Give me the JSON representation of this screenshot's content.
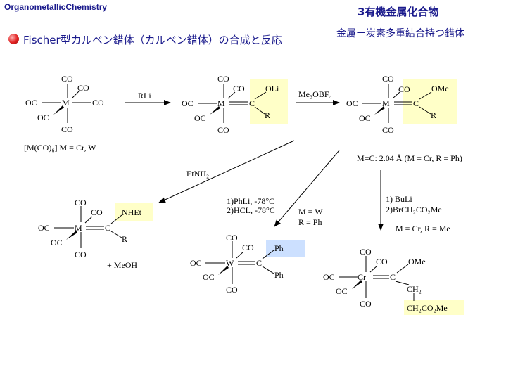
{
  "header": {
    "course": "OrganometallicChemistry",
    "chapter": "3有機金属化合物",
    "subtitle": "金属ー炭素多重結合持つ錯体"
  },
  "title": "Fischer型カルベン錯体（カルベン錯体）の合成と反応",
  "colors": {
    "header_blue": "#1a1a8c",
    "highlight": "#ffffc8",
    "highlight_blue": "#cce0ff",
    "bullet": "#e02020"
  },
  "labels": {
    "co": "CO",
    "oc": "OC",
    "metal_m": "M",
    "metal_w": "W",
    "metal_cr": "Cr",
    "carbene_c": "C",
    "r": "R",
    "oli": "OLi",
    "ome": "OMe",
    "nhet": "NHEt",
    "ph": "Ph",
    "ch2": "CH₂",
    "ch2co2me": "CH₂CO₂Me",
    "start_formula": "[M(CO)₆] M = Cr, W",
    "bond_info": "M=C: 2.04 Å (M = Cr, R = Ph)",
    "meoh": "+ MeOH",
    "cond_w": "M = W",
    "cond_w_r": "R = Ph",
    "cond_cr": "M = Cr, R = Me"
  },
  "reagents": {
    "rli": "RLi",
    "me3obf4": "Me₃OBF₄",
    "etnh2": "EtNH₂",
    "phli": "1)PhLi, -78°C",
    "hcl": "2)HCL, -78°C",
    "buli": "1) BuLi",
    "brch2co2me": "2)BrCH₂CO₂Me"
  }
}
